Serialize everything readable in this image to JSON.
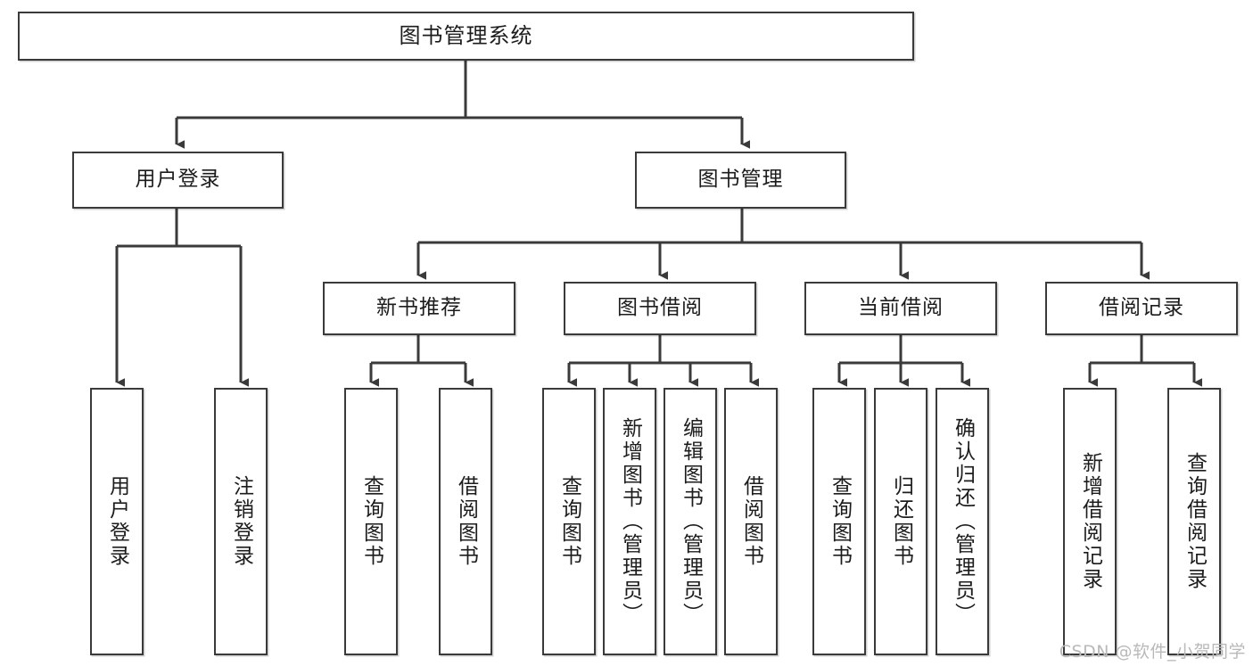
{
  "diagram": {
    "type": "tree",
    "title": "图书管理系统",
    "colors": {
      "stroke": "#3a3a3a",
      "fill": "#ffffff",
      "text": "#1c1c1c",
      "watermark": "#b9b9b9"
    },
    "root": {
      "label": "图书管理系统"
    },
    "level2": [
      {
        "id": "user-login",
        "label": "用户登录"
      },
      {
        "id": "book-manage",
        "label": "图书管理"
      }
    ],
    "level3": [
      {
        "id": "new-book-recommend",
        "label": "新书推荐",
        "parent": "book-manage"
      },
      {
        "id": "book-borrow",
        "label": "图书借阅",
        "parent": "book-manage"
      },
      {
        "id": "current-borrow",
        "label": "当前借阅",
        "parent": "book-manage"
      },
      {
        "id": "borrow-record",
        "label": "借阅记录",
        "parent": "book-manage"
      }
    ],
    "leaves": {
      "user-login": [
        {
          "id": "leaf-user-login",
          "label": "用户登录"
        },
        {
          "id": "leaf-user-logout",
          "label": "注销登录"
        }
      ],
      "new-book-recommend": [
        {
          "id": "leaf-query-book-1",
          "label": "查询图书"
        },
        {
          "id": "leaf-borrow-book-1",
          "label": "借阅图书"
        }
      ],
      "book-borrow": [
        {
          "id": "leaf-query-book-2",
          "label": "查询图书"
        },
        {
          "id": "leaf-add-book",
          "label": "新增图书（管理员）"
        },
        {
          "id": "leaf-edit-book",
          "label": "编辑图书（管理员）"
        },
        {
          "id": "leaf-borrow-book-2",
          "label": "借阅图书"
        }
      ],
      "current-borrow": [
        {
          "id": "leaf-query-book-3",
          "label": "查询图书"
        },
        {
          "id": "leaf-return-book",
          "label": "归还图书"
        },
        {
          "id": "leaf-confirm-return",
          "label": "确认归还（管理员）"
        }
      ],
      "borrow-record": [
        {
          "id": "leaf-add-record",
          "label": "新增借阅记录"
        },
        {
          "id": "leaf-query-record",
          "label": "查询借阅记录"
        }
      ]
    },
    "watermark": "CSDN @软件_小贺同学"
  }
}
